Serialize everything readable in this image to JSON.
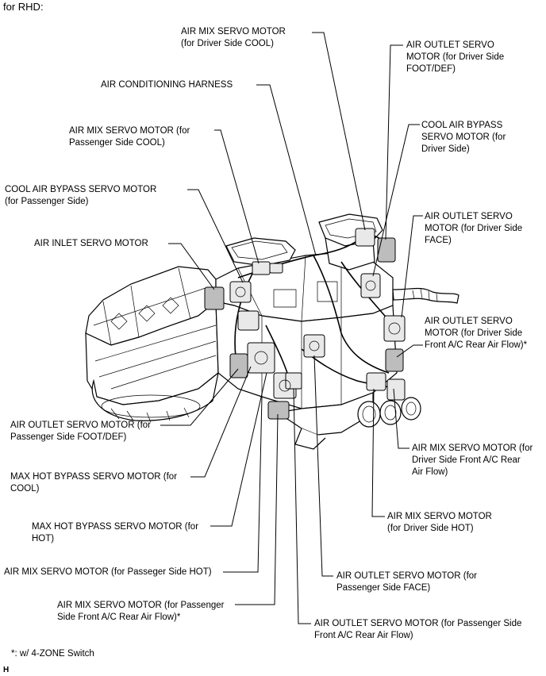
{
  "header": "for RHD:",
  "footnote": "*: w/ 4-ZONE Switch",
  "corner_mark": "H",
  "labels": [
    {
      "id": "air-mix-driver-cool",
      "text": "AIR MIX SERVO MOTOR\n(for Driver Side COOL)"
    },
    {
      "id": "air-outlet-driver-foot-def",
      "text": "AIR OUTLET SERVO\nMOTOR (for Driver Side\nFOOT/DEF)"
    },
    {
      "id": "air-conditioning-harness",
      "text": "AIR CONDITIONING HARNESS"
    },
    {
      "id": "cool-air-bypass-driver",
      "text": "COOL AIR BYPASS\nSERVO MOTOR (for\nDriver Side)"
    },
    {
      "id": "air-mix-passenger-cool",
      "text": "AIR MIX SERVO MOTOR (for\nPassenger Side COOL)"
    },
    {
      "id": "cool-air-bypass-passenger",
      "text": "COOL AIR BYPASS SERVO MOTOR\n(for Passenger Side)"
    },
    {
      "id": "air-outlet-driver-face",
      "text": "AIR OUTLET SERVO\nMOTOR (for Driver Side\nFACE)"
    },
    {
      "id": "air-inlet",
      "text": "AIR INLET SERVO MOTOR"
    },
    {
      "id": "air-outlet-driver-rear",
      "text": "AIR OUTLET SERVO\nMOTOR (for Driver Side\nFront A/C Rear Air Flow)*"
    },
    {
      "id": "air-outlet-passenger-foot-def",
      "text": "AIR OUTLET SERVO MOTOR (for\nPassenger Side FOOT/DEF)"
    },
    {
      "id": "air-mix-driver-rear",
      "text": "AIR MIX SERVO MOTOR (for\nDriver Side Front A/C Rear\nAir Flow)"
    },
    {
      "id": "max-hot-bypass-cool",
      "text": "MAX HOT BYPASS SERVO MOTOR (for\nCOOL)"
    },
    {
      "id": "air-mix-driver-hot",
      "text": "AIR MIX SERVO MOTOR\n(for Driver Side HOT)"
    },
    {
      "id": "max-hot-bypass-hot",
      "text": "MAX HOT BYPASS SERVO MOTOR (for\nHOT)"
    },
    {
      "id": "air-mix-passenger-hot",
      "text": "AIR MIX SERVO MOTOR (for Passeger Side HOT)"
    },
    {
      "id": "air-outlet-passenger-face",
      "text": "AIR OUTLET SERVO MOTOR (for\nPassenger Side FACE)"
    },
    {
      "id": "air-mix-passenger-rear",
      "text": "AIR MIX SERVO MOTOR (for Passenger\nSide Front A/C Rear Air Flow)*"
    },
    {
      "id": "air-outlet-passenger-rear",
      "text": "AIR OUTLET SERVO MOTOR (for Passenger Side\nFront A/C Rear Air Flow)"
    }
  ]
}
